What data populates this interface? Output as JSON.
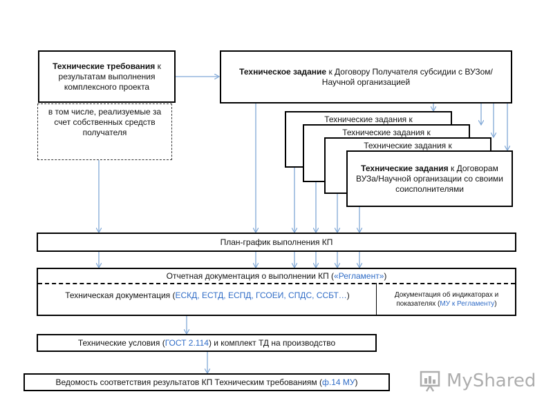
{
  "tech_requirements": {
    "bold": "Технические требования",
    "rest": " к результатам выполнения комплексного проекта"
  },
  "own_funds": {
    "text": "в том числе, реализуемые за счет собственных средств получателя"
  },
  "tech_task": {
    "bold": "Техническое задание",
    "rest": " к Договору Получателя субсидии с ВУЗом/Научной организацией"
  },
  "stacked_task_title": "Технические задания к",
  "front_task": {
    "bold": "Технические задания",
    "rest": " к Договорам ВУЗа/Научной организации со своими соисполнителями"
  },
  "plan": {
    "text": "План-график выполнения КП"
  },
  "report": {
    "prefix": "Отчетная документация о выполнении КП (",
    "link": "«Регламент»",
    "suffix": ")"
  },
  "tech_docs": {
    "prefix": "Техническая документация (",
    "link": "ЕСКД, ЕСТД, ЕСПД, ГСОЕИ, СПДС, ССБТ…",
    "suffix": ")"
  },
  "indicators": {
    "prefix": "Документация об индикаторах и показателях (",
    "link": "МУ к Регламенту",
    "suffix": ")"
  },
  "spec": {
    "prefix": "Технические условия (",
    "link": "ГОСТ 2.114",
    "suffix": ") и комплект ТД на производство"
  },
  "statement": {
    "prefix": "Ведомость соответствия результатов КП Техническим требованиям (",
    "link": "ф.14 МУ",
    "suffix": ")"
  },
  "watermark": {
    "text": "MyShared"
  },
  "colors": {
    "arrow": "#7fa7d6",
    "link": "#2e6bc6",
    "border": "#000000"
  }
}
